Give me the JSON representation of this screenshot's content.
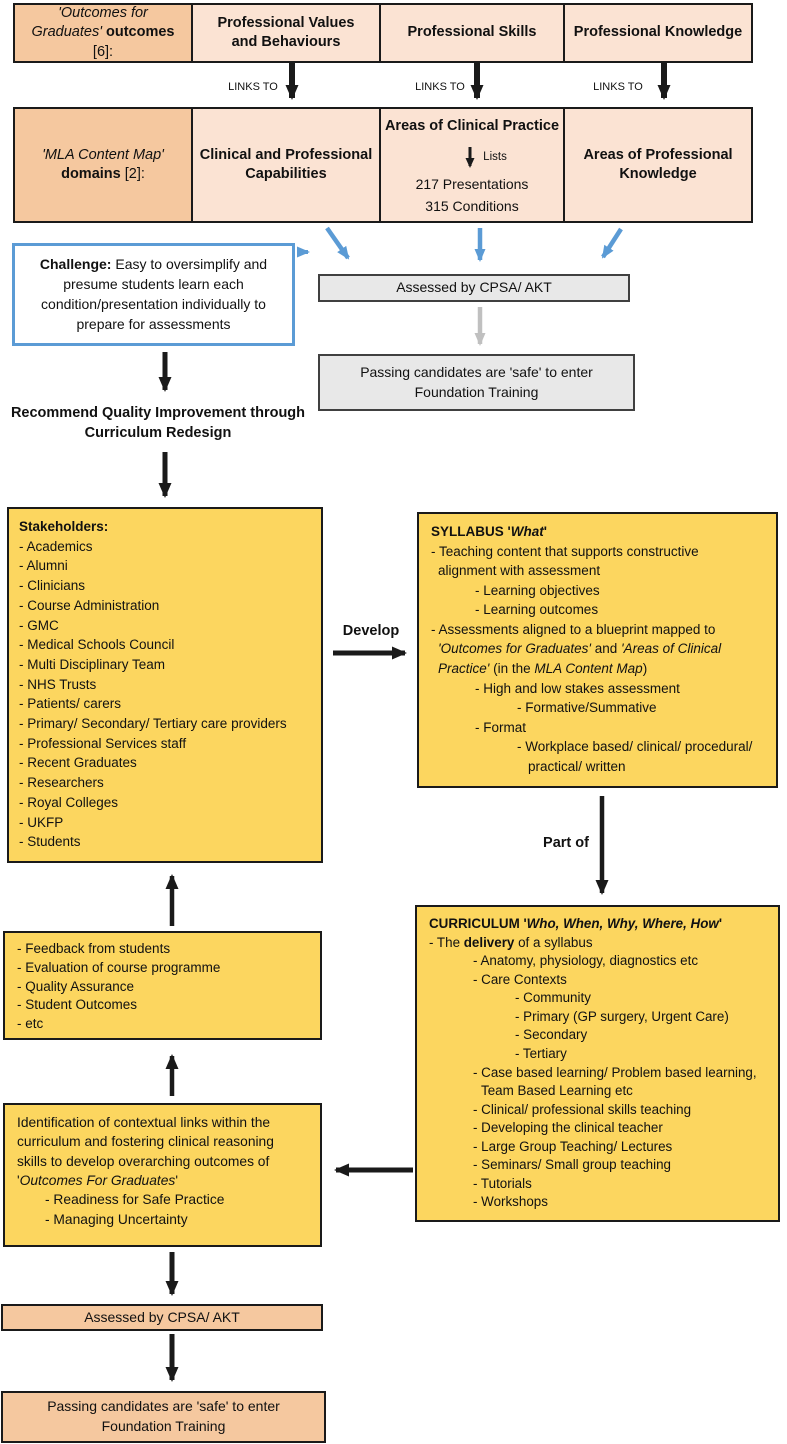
{
  "colors": {
    "peach_dark": "#F5C89F",
    "peach_light": "#FBE3D3",
    "yellow": "#FCD65F",
    "grey_fill": "#E8E8E8",
    "blue_accent": "#5B9BD5",
    "grey_arrow": "#C0C0C0",
    "border": "#1A1A1A"
  },
  "top_table": {
    "links_label": "LINKS TO",
    "row1": {
      "header_lines": [
        {
          "segs": [
            {
              "t": "'Outcomes for",
              "i": true
            }
          ]
        },
        {
          "segs": [
            {
              "t": "Graduates'",
              "i": true
            },
            {
              "t": " outcomes",
              "b": true
            }
          ]
        },
        {
          "segs": [
            {
              "t": "[6]:"
            }
          ]
        }
      ],
      "cell_values": "Professional Values and Behaviours",
      "cell_skills": "Professional Skills",
      "cell_knowledge": "Professional Knowledge"
    },
    "row2": {
      "header_lines": [
        {
          "segs": [
            {
              "t": "'MLA Content Map'",
              "i": true
            }
          ]
        },
        {
          "segs": [
            {
              "t": "domains",
              "b": true
            },
            {
              "t": " [2]:"
            }
          ]
        }
      ],
      "cell_cpc": "Clinical and Professional Capabilities",
      "acp": {
        "title": "Areas of Clinical Practice",
        "lists_label": "Lists",
        "items": [
          "217 Presentations",
          "315 Conditions"
        ]
      },
      "cell_apk": "Areas of Professional Knowledge"
    }
  },
  "challenge": {
    "lines": [
      {
        "segs": [
          {
            "t": "Challenge: ",
            "b": true
          },
          {
            "t": "Easy to oversimplify and"
          }
        ]
      },
      "presume students learn each",
      "condition/presentation individually to",
      "prepare for assessments"
    ]
  },
  "assessment_top": {
    "assessed": "Assessed by CPSA/ AKT",
    "passing_lines": [
      "Passing candidates are 'safe' to enter",
      "Foundation Training"
    ]
  },
  "recommend_lines": [
    "Recommend Quality Improvement through",
    "Curriculum Redesign"
  ],
  "stakeholders": {
    "title": "Stakeholders:",
    "items": [
      "- Academics",
      "- Alumni",
      "- Clinicians",
      "- Course Administration",
      "- GMC",
      "- Medical Schools Council",
      "- Multi Disciplinary Team",
      "- NHS Trusts",
      "- Patients/ carers",
      "- Primary/ Secondary/ Tertiary care providers",
      "- Professional Services staff",
      "- Recent Graduates",
      "- Researchers",
      "- Royal Colleges",
      "- UKFP",
      "- Students"
    ]
  },
  "develop_label": "Develop",
  "part_of_label": "Part of",
  "syllabus": {
    "lines": [
      {
        "segs": [
          {
            "t": "SYLLABUS ",
            "b": true
          },
          {
            "t": "'",
            "b": true
          },
          {
            "t": "What",
            "b": true,
            "i": true
          },
          {
            "t": "'",
            "b": true
          }
        ]
      },
      "- Teaching content that supports constructive",
      {
        "c": "c0",
        "segs": [
          {
            "t": "alignment with assessment"
          }
        ]
      },
      {
        "c": "ind1",
        "segs": [
          {
            "t": "- Learning objectives"
          }
        ]
      },
      {
        "c": "ind1",
        "segs": [
          {
            "t": "- Learning outcomes"
          }
        ]
      },
      "- Assessments aligned to a blueprint mapped to",
      {
        "c": "c0",
        "segs": [
          {
            "t": "'Outcomes for Graduates'",
            "i": true
          },
          {
            "t": " and "
          },
          {
            "t": "'Areas of Clinical",
            "i": true
          }
        ]
      },
      {
        "c": "c0",
        "segs": [
          {
            "t": "Practice'",
            "i": true
          },
          {
            "t": " (in the "
          },
          {
            "t": "MLA Content Map",
            "i": true
          },
          {
            "t": ")"
          }
        ]
      },
      {
        "c": "ind1",
        "segs": [
          {
            "t": "- High and low stakes assessment"
          }
        ]
      },
      {
        "c": "ind2",
        "segs": [
          {
            "t": "- Formative/Summative"
          }
        ]
      },
      {
        "c": "ind1",
        "segs": [
          {
            "t": "- Format"
          }
        ]
      },
      {
        "c": "ind2",
        "segs": [
          {
            "t": "- Workplace based/ clinical/ procedural/"
          }
        ]
      },
      {
        "c": "c2",
        "segs": [
          {
            "t": "practical/ written"
          }
        ]
      }
    ]
  },
  "curriculum": {
    "lines": [
      {
        "segs": [
          {
            "t": "CURRICULUM ",
            "b": true
          },
          {
            "t": "'",
            "b": true
          },
          {
            "t": "Who, When, Why, Where, How",
            "b": true,
            "i": true
          },
          {
            "t": "'",
            "b": true
          }
        ]
      },
      {
        "segs": [
          {
            "t": "- The "
          },
          {
            "t": "delivery",
            "b": true
          },
          {
            "t": " of a syllabus"
          }
        ]
      },
      {
        "c": "ind1",
        "segs": [
          {
            "t": "- Anatomy, physiology, diagnostics etc"
          }
        ]
      },
      {
        "c": "ind1",
        "segs": [
          {
            "t": "- Care Contexts"
          }
        ]
      },
      {
        "c": "ind2",
        "segs": [
          {
            "t": "- Community"
          }
        ]
      },
      {
        "c": "ind2",
        "segs": [
          {
            "t": "- Primary (GP surgery, Urgent Care)"
          }
        ]
      },
      {
        "c": "ind2",
        "segs": [
          {
            "t": "- Secondary"
          }
        ]
      },
      {
        "c": "ind2",
        "segs": [
          {
            "t": "- Tertiary"
          }
        ]
      },
      {
        "c": "ind1",
        "segs": [
          {
            "t": "- Case based learning/ Problem based learning,"
          }
        ]
      },
      {
        "c": "c1",
        "segs": [
          {
            "t": "Team Based Learning etc"
          }
        ]
      },
      {
        "c": "ind1",
        "segs": [
          {
            "t": "- Clinical/ professional skills teaching"
          }
        ]
      },
      {
        "c": "ind1",
        "segs": [
          {
            "t": "- Developing the clinical teacher"
          }
        ]
      },
      {
        "c": "ind1",
        "segs": [
          {
            "t": "- Large Group Teaching/ Lectures"
          }
        ]
      },
      {
        "c": "ind1",
        "segs": [
          {
            "t": "- Seminars/ Small group teaching"
          }
        ]
      },
      {
        "c": "ind1",
        "segs": [
          {
            "t": "- Tutorials"
          }
        ]
      },
      {
        "c": "ind1",
        "segs": [
          {
            "t": "- Workshops"
          }
        ]
      }
    ]
  },
  "feedback": {
    "items": [
      "- Feedback from students",
      "- Evaluation of course programme",
      "- Quality Assurance",
      "- Student Outcomes",
      "- etc"
    ]
  },
  "identification": {
    "lines": [
      "Identification of contextual links within the",
      "curriculum and fostering clinical reasoning",
      "skills to develop overarching outcomes of",
      {
        "segs": [
          {
            "t": "'"
          },
          {
            "t": "Outcomes For Graduates",
            "i": true
          },
          {
            "t": "'"
          }
        ]
      },
      {
        "c": "ind1",
        "segs": [
          {
            "t": "- Readiness for Safe Practice"
          }
        ]
      },
      {
        "c": "ind1",
        "segs": [
          {
            "t": "- Managing Uncertainty"
          }
        ]
      }
    ]
  },
  "assessment_bottom": {
    "assessed": "Assessed by CPSA/ AKT",
    "passing_lines": [
      "Passing candidates are 'safe' to enter",
      "Foundation Training"
    ]
  }
}
